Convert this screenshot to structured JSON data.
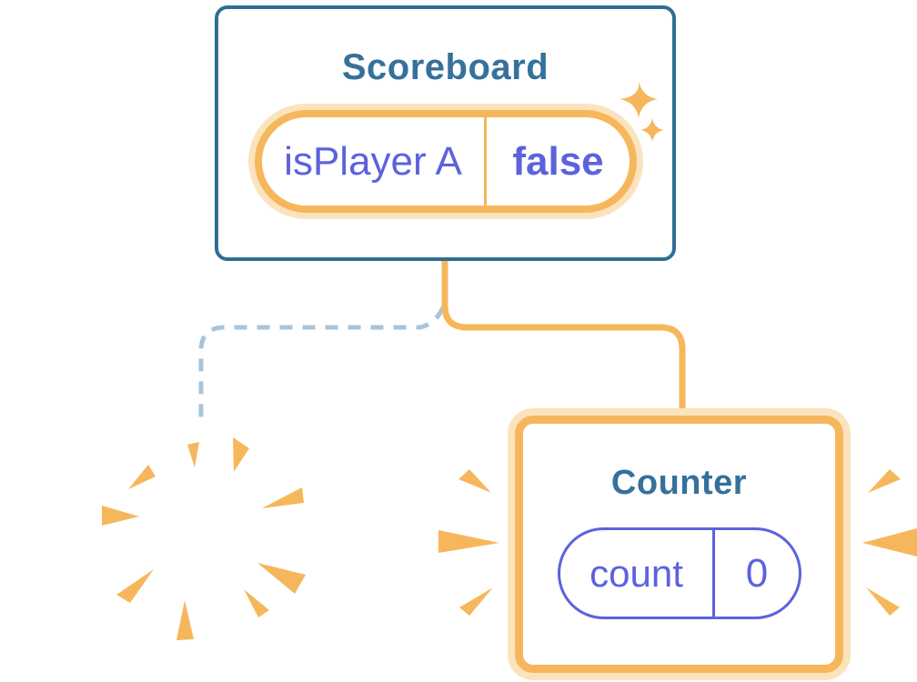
{
  "scoreboard_card": {
    "title": "Scoreboard",
    "state_pill": {
      "key": "isPlayer A",
      "value": "false"
    }
  },
  "counter_card": {
    "title": "Counter",
    "state_pill": {
      "key": "count",
      "value": "0"
    }
  },
  "icons": {
    "sparkles": "sparkles-icon",
    "explosion_burst": "burst-icon",
    "emphasis_burst_left": "burst-left-icon",
    "emphasis_burst_right": "burst-right-icon"
  },
  "connectors": {
    "solid": "orange-solid-connector",
    "dashed": "blue-dashed-connector"
  },
  "colors": {
    "card_border_teal": "#2F6E93",
    "title_teal": "#35719B",
    "state_purple": "#5C62DD",
    "orange": "#F6B75C",
    "peach": "#FBE3BD",
    "dashed_line_blue": "#A9C4D9",
    "card_background": "#FFFFFF"
  }
}
